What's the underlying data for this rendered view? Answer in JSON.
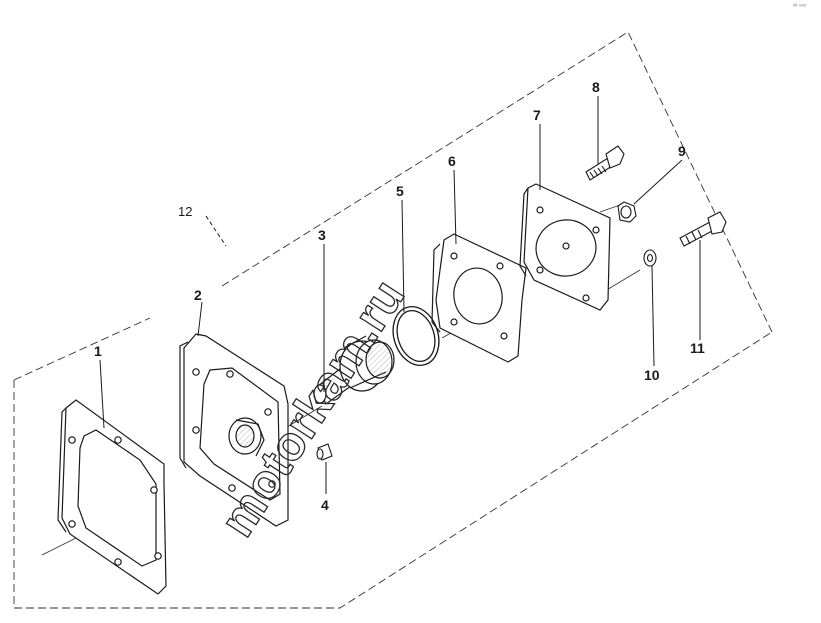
{
  "corner_mark": "ᵒᵇ ᵒᵒᵒ",
  "watermark": "motorkam.ru",
  "callouts": [
    "1",
    "2",
    "3",
    "4",
    "5",
    "6",
    "7",
    "8",
    "9",
    "10",
    "11",
    "12"
  ]
}
